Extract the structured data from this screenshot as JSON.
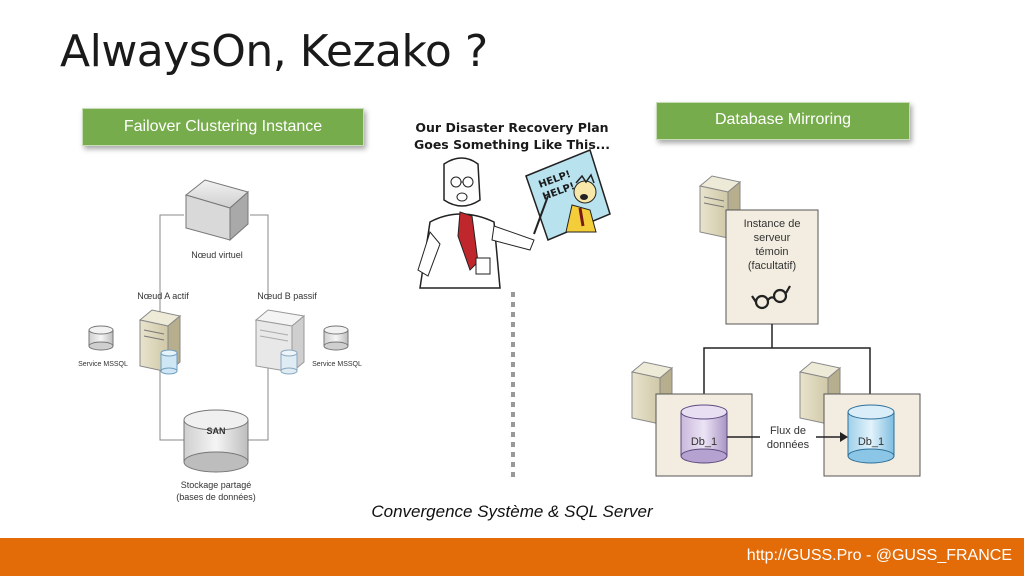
{
  "slide": {
    "title": "AlwaysOn, Kezako ?",
    "caption": "Convergence Système & SQL Server",
    "footer": "http://GUSS.Pro - @GUSS_FRANCE",
    "accent_color": "#e36c09",
    "tag_color": "#77ac4c"
  },
  "fci": {
    "tag": "Failover Clustering Instance",
    "virtual_node": "Nœud virtuel",
    "node_a": "Nœud A actif",
    "node_b": "Nœud B passif",
    "service_left": "Service MSSQL",
    "service_right": "Service MSSQL",
    "san": "SAN",
    "storage_line1": "Stockage partagé",
    "storage_line2": "(bases de données)"
  },
  "cartoon": {
    "line1": "Our Disaster Recovery Plan",
    "line2": "Goes Something Like This...",
    "sign1": "HELP!",
    "sign2": "HELP!"
  },
  "mirroring": {
    "tag": "Database Mirroring",
    "witness_line1": "Instance de",
    "witness_line2": "serveur",
    "witness_line3": "témoin",
    "witness_line4": "(facultatif)",
    "db_left": "Db_1",
    "db_right": "Db_1",
    "flow_line1": "Flux de",
    "flow_line2": "données"
  }
}
